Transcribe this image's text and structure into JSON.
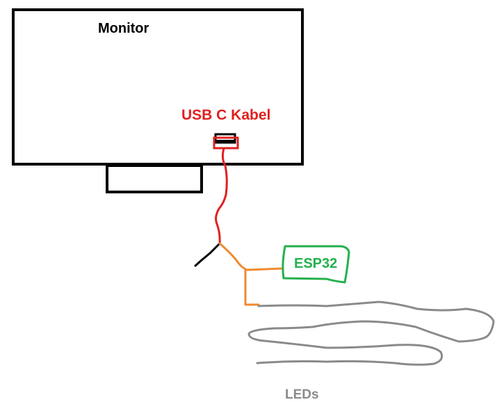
{
  "labels": {
    "monitor": "Monitor",
    "usb_cable": "USB C Kabel",
    "esp32": "ESP32",
    "leds": "LEDs"
  },
  "colors": {
    "outline": "#000000",
    "usb_cable": "#e02020",
    "wiring": "#f08a30",
    "esp32": "#22b14c",
    "leds": "#8a8a8a"
  }
}
